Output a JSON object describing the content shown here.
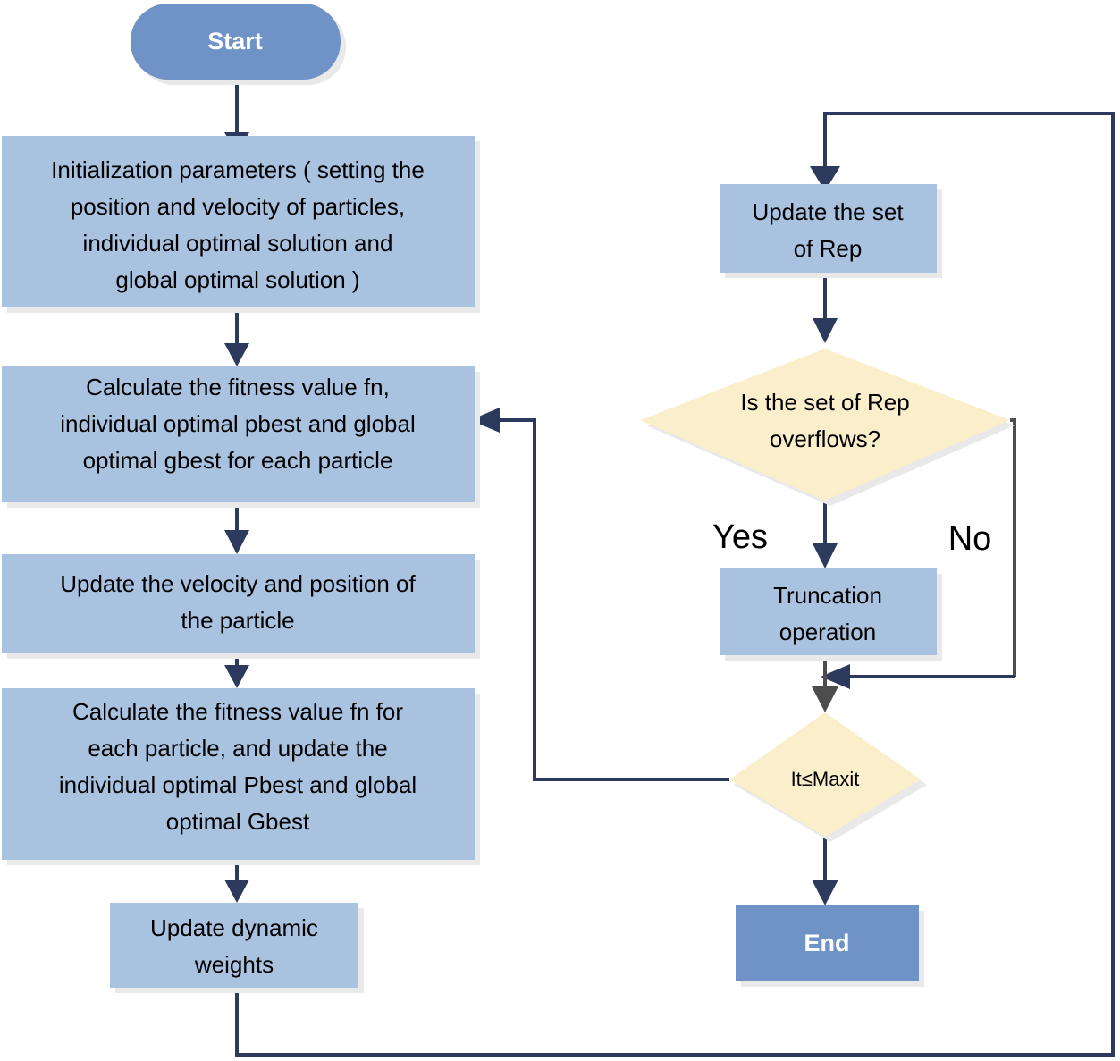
{
  "diagram": {
    "title": "Dynamic-weight multi-objective PSO algorithm flowchart",
    "colors": {
      "process_fill": "#a9c2e0",
      "decision_fill": "#fbeecb",
      "terminal_fill": "#6f93c7",
      "shadow": "#e9e9e9",
      "connector_navy": "#2c3a5e",
      "connector_gray": "#4d4d4d",
      "text": "#000000",
      "terminal_text": "#ffffff"
    },
    "nodes": {
      "start": {
        "label": "Start",
        "type": "terminal"
      },
      "init": {
        "type": "process",
        "lines": [
          "Initialization parameters ( setting the",
          "position and velocity of particles,",
          "individual optimal solution and",
          "global optimal solution )"
        ]
      },
      "calc_fitness": {
        "type": "process",
        "lines": [
          "Calculate the fitness value fn,",
          "individual optimal pbest and global",
          "optimal gbest for each particle"
        ]
      },
      "update_velocity": {
        "type": "process",
        "lines": [
          "Update the velocity and position of",
          "the particle"
        ]
      },
      "calc_fitness2": {
        "type": "process",
        "lines": [
          "Calculate the fitness value fn for",
          "each particle, and update the",
          "individual optimal Pbest and global",
          "optimal Gbest"
        ]
      },
      "update_weights": {
        "type": "process",
        "lines": [
          "Update dynamic",
          "weights"
        ]
      },
      "update_rep": {
        "type": "process",
        "lines": [
          "Update the set",
          "of Rep"
        ]
      },
      "rep_overflow": {
        "type": "decision",
        "lines": [
          "Is the set of Rep",
          "overflows?"
        ]
      },
      "truncation": {
        "type": "process",
        "lines": [
          "Truncation",
          "operation"
        ]
      },
      "it_maxit": {
        "type": "decision",
        "lines": [
          "It≤Maxit"
        ]
      },
      "end": {
        "label": "End",
        "type": "terminal"
      }
    },
    "branch_labels": {
      "yes": "Yes",
      "no": "No"
    }
  }
}
